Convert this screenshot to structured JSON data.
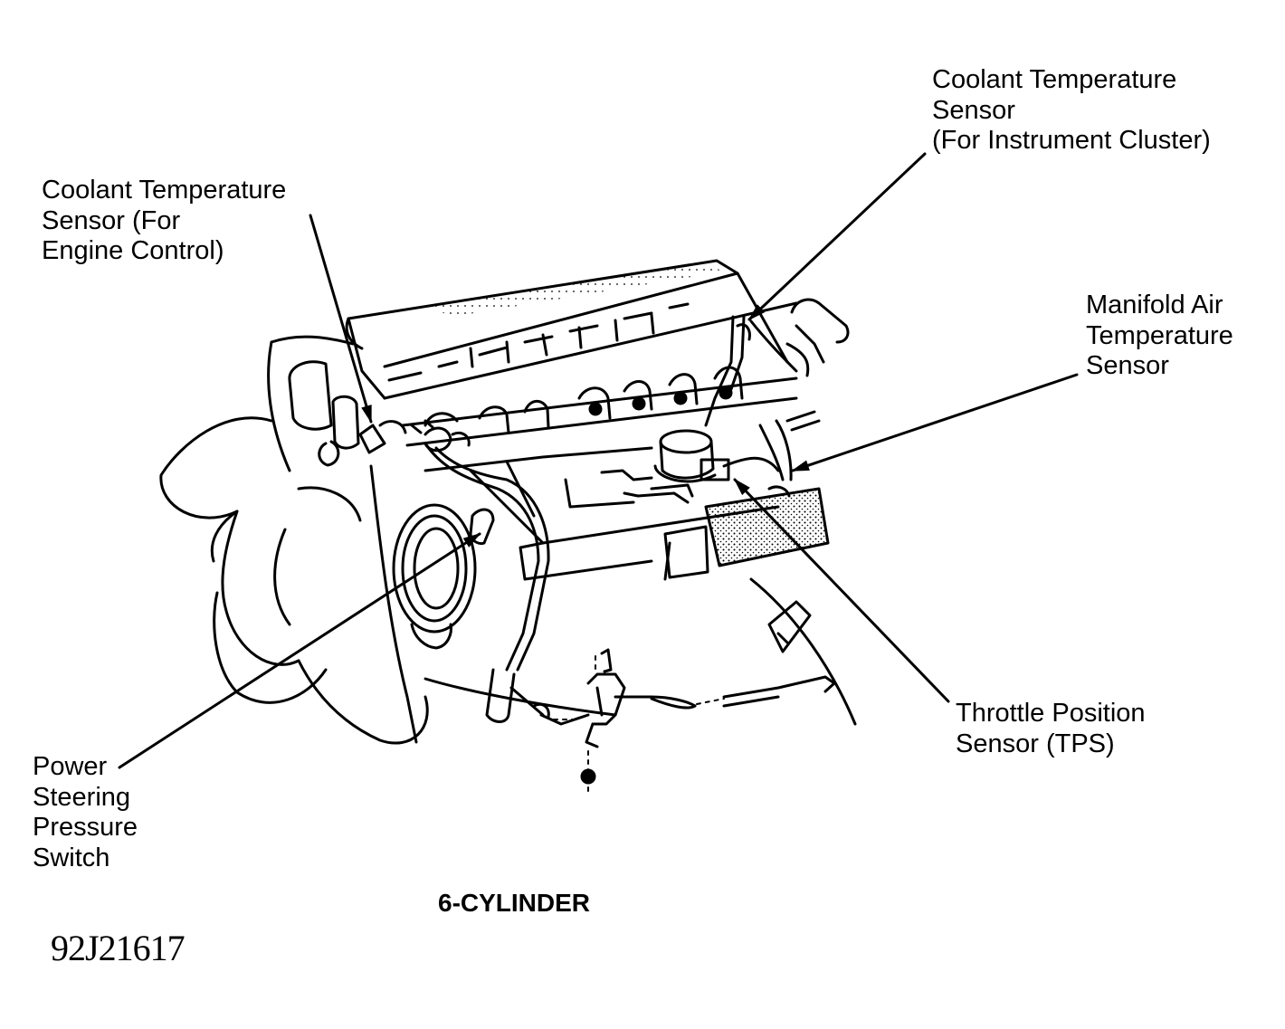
{
  "labels": {
    "coolant_instrument": [
      "Coolant Temperature",
      "Sensor",
      "(For Instrument Cluster)"
    ],
    "coolant_engine": [
      "Coolant Temperature",
      "Sensor (For",
      "Engine Control)"
    ],
    "manifold_air": [
      "Manifold Air",
      "Temperature",
      "Sensor"
    ],
    "throttle_position": [
      "Throttle Position",
      "Sensor (TPS)"
    ],
    "power_steering": [
      "Power",
      "Steering",
      "Pressure",
      "Switch"
    ]
  },
  "caption": "6-CYLINDER",
  "figure_code": "92J21617",
  "colors": {
    "ink": "#000000",
    "paper": "#ffffff"
  }
}
